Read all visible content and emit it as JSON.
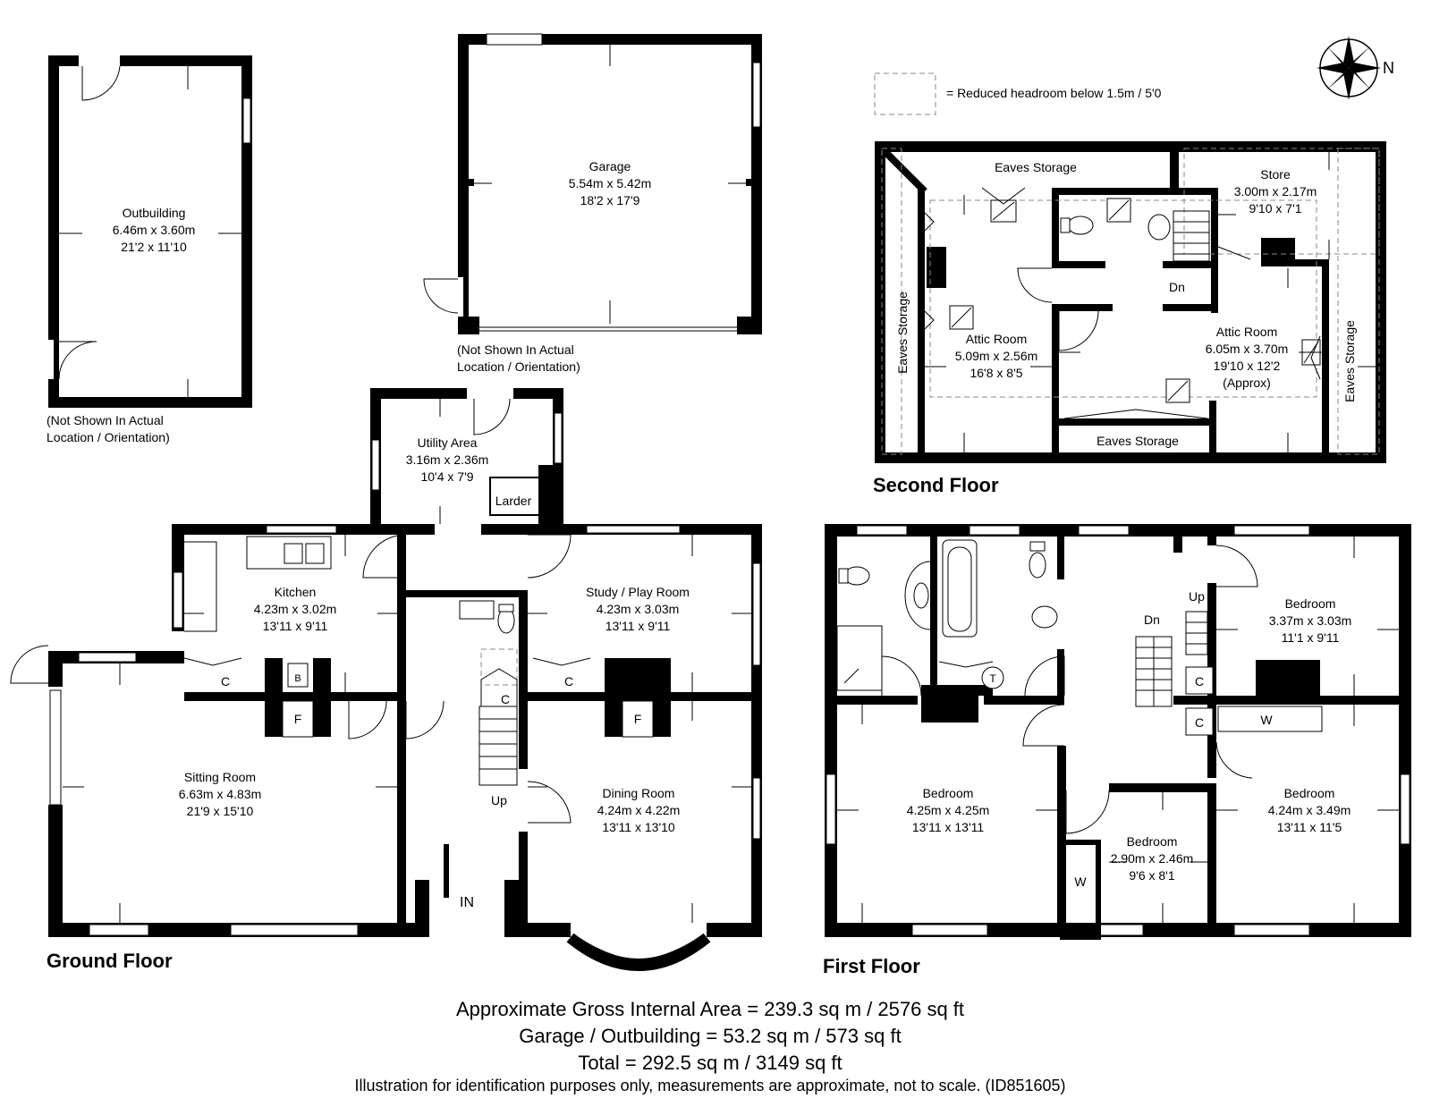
{
  "legend": {
    "reduced_headroom": "= Reduced headroom below 1.5m / 5'0"
  },
  "compass": {
    "north_label": "N"
  },
  "outbuilding": {
    "name": "Outbuilding",
    "metric": "6.46m x 3.60m",
    "imperial": "21'2 x 11'10",
    "note_line1": "(Not Shown In Actual",
    "note_line2": "Location / Orientation)"
  },
  "garage": {
    "name": "Garage",
    "metric": "5.54m x 5.42m",
    "imperial": "18'2 x 17'9",
    "note_line1": "(Not Shown In Actual",
    "note_line2": "Location / Orientation)"
  },
  "ground_floor": {
    "title": "Ground Floor",
    "utility": {
      "name": "Utility Area",
      "metric": "3.16m x 2.36m",
      "imperial": "10'4 x 7'9",
      "larder": "Larder"
    },
    "kitchen": {
      "name": "Kitchen",
      "metric": "4.23m x 3.02m",
      "imperial": "13'11 x 9'11"
    },
    "study": {
      "name": "Study / Play Room",
      "metric": "4.23m x 3.03m",
      "imperial": "13'11 x 9'11"
    },
    "sitting": {
      "name": "Sitting Room",
      "metric": "6.63m x 4.83m",
      "imperial": "21'9 x 15'10"
    },
    "dining": {
      "name": "Dining Room",
      "metric": "4.24m x 4.22m",
      "imperial": "13'11 x 13'10"
    },
    "labels": {
      "c": "C",
      "b": "B",
      "f": "F",
      "up": "Up",
      "in": "IN"
    }
  },
  "first_floor": {
    "title": "First Floor",
    "bed1": {
      "name": "Bedroom",
      "metric": "3.37m x 3.03m",
      "imperial": "11'1 x 9'11"
    },
    "bed2": {
      "name": "Bedroom",
      "metric": "4.25m x 4.25m",
      "imperial": "13'11 x 13'11"
    },
    "bed3": {
      "name": "Bedroom",
      "metric": "2.90m x 2.46m",
      "imperial": "9'6 x 8'1"
    },
    "bed4": {
      "name": "Bedroom",
      "metric": "4.24m x 3.49m",
      "imperial": "13'11 x 11'5"
    },
    "labels": {
      "up": "Up",
      "dn": "Dn",
      "c": "C",
      "w": "W",
      "t": "T"
    }
  },
  "second_floor": {
    "title": "Second Floor",
    "eaves": "Eaves Storage",
    "store": {
      "name": "Store",
      "metric": "3.00m x 2.17m",
      "imperial": "9'10 x 7'1"
    },
    "attic1": {
      "name": "Attic Room",
      "metric": "5.09m x 2.56m",
      "imperial": "16'8 x 8'5"
    },
    "attic2": {
      "name": "Attic Room",
      "metric": "6.05m x 3.70m",
      "imperial": "19'10 x 12'2",
      "approx": "(Approx)"
    },
    "labels": {
      "dn": "Dn"
    }
  },
  "footer": {
    "line1": "Approximate Gross Internal Area = 239.3 sq m / 2576 sq ft",
    "line2": "Garage / Outbuilding = 53.2 sq m / 573 sq ft",
    "line3": "Total = 292.5 sq m / 3149 sq ft",
    "disclaimer": "Illustration for identification purposes only, measurements are approximate, not to scale. (ID851605)"
  }
}
